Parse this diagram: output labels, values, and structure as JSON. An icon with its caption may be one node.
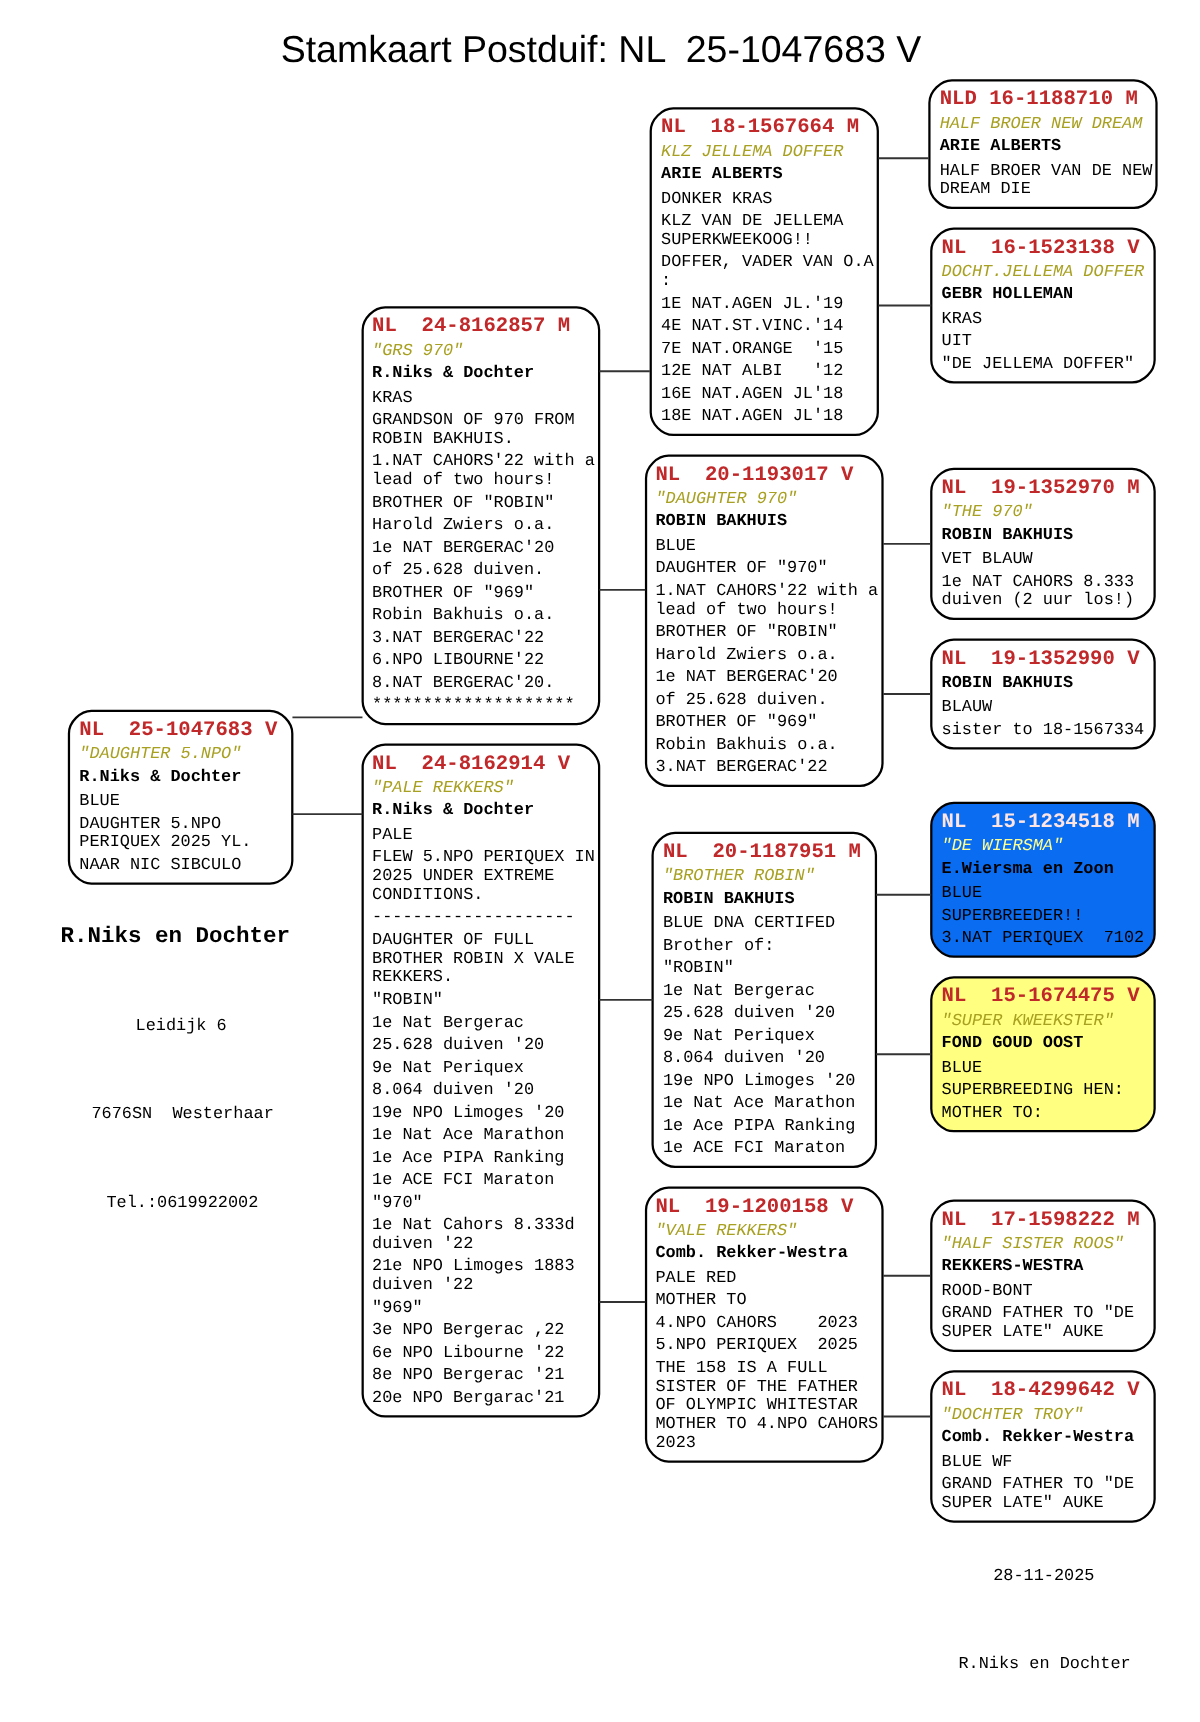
{
  "diagram": {
    "title": "Stamkaart Postduif: NL  25-1047683 V",
    "nodes": [
      {
        "text": [
          "NL  25-1047683 V",
          "\"DAUGHTER 5.NPO\"",
          "R.Niks & Dochter",
          "BLUE",
          "DAUGHTER 5.NPO PERIQUEX 2025 YL.",
          "NAAR NIC SIBCULO"
        ]
      },
      {
        "text": [
          "NL  24-8162857 M",
          "\"GRS 970\"",
          "R.Niks & Dochter",
          "KRAS",
          "GRANDSON OF 970 FROM ROBIN BAKHUIS.",
          "1.NAT CAHORS'22 with a lead of two hours!",
          "BROTHER OF \"ROBIN\"",
          "Harold Zwiers o.a.",
          "1e NAT BERGERAC'20",
          "of 25.628 duiven.",
          "BROTHER OF \"969\"",
          "Robin Bakhuis o.a.",
          "3.NAT BERGERAC'22",
          "6.NPO LIBOURNE'22",
          "8.NAT BERGERAC'20.",
          "********************"
        ]
      },
      {
        "text": [
          "NL  24-8162914 V",
          "\"PALE REKKERS\"",
          "R.Niks & Dochter",
          "PALE",
          "FLEW 5.NPO PERIQUEX IN 2025 UNDER EXTREME CONDITIONS.",
          "--------------------",
          "DAUGHTER OF FULL BROTHER ROBIN X VALE REKKERS.",
          "\"ROBIN\"",
          "1e Nat Bergerac",
          "25.628 duiven '20",
          "9e Nat Periquex",
          "8.064 duiven '20",
          "19e NPO Limoges '20",
          "1e Nat Ace Marathon",
          "1e Ace PIPA Ranking",
          "1e ACE FCI Maraton",
          "\"970\"",
          "1e Nat Cahors 8.333d duiven '22",
          "21e NPO Limoges 1883 duiven '22",
          "\"969\"",
          "3e NPO Bergerac ,22",
          "6e NPO Libourne '22",
          "8e NPO Bergerac '21",
          "20e NPO Bergarac'21"
        ]
      },
      {
        "text": [
          "NL  18-1567664 M",
          "KLZ JELLEMA DOFFER",
          "ARIE ALBERTS",
          "DONKER KRAS",
          "KLZ VAN DE JELLEMA SUPERKWEEKOOG!!",
          "DOFFER, VADER VAN O.A :",
          "1E NAT.AGEN JL.'19",
          "4E NAT.ST.VINC.'14",
          "7E NAT.ORANGE  '15",
          "12E NAT ALBI   '12",
          "16E NAT.AGEN JL'18",
          "18E NAT.AGEN JL'18"
        ]
      },
      {
        "text": [
          "NL  20-1193017 V",
          "\"DAUGHTER 970\"",
          "ROBIN BAKHUIS",
          "BLUE",
          "DAUGHTER OF \"970\"",
          "1.NAT CAHORS'22 with a lead of two hours!",
          "BROTHER OF \"ROBIN\"",
          "Harold Zwiers o.a.",
          "1e NAT BERGERAC'20",
          "of 25.628 duiven.",
          "BROTHER OF \"969\"",
          "Robin Bakhuis o.a.",
          "3.NAT BERGERAC'22"
        ]
      },
      {
        "text": [
          "NL  20-1187951 M",
          "\"BROTHER ROBIN\"",
          "ROBIN BAKHUIS",
          "BLUE DNA CERTIFED",
          "Brother of:",
          "\"ROBIN\"",
          "1e Nat Bergerac",
          "25.628 duiven '20",
          "9e Nat Periquex",
          "8.064 duiven '20",
          "19e NPO Limoges '20",
          "1e Nat Ace Marathon",
          "1e Ace PIPA Ranking",
          "1e ACE FCI Maraton"
        ]
      },
      {
        "text": [
          "NL  19-1200158 V",
          "\"VALE REKKERS\"",
          "Comb. Rekker-Westra",
          "PALE RED",
          "MOTHER TO",
          "4.NPO CAHORS    2023",
          "5.NPO PERIQUEX  2025",
          "THE 158 IS A FULL SISTER OF THE FATHER OF OLYMPIC WHITESTAR MOTHER TO 4.NPO CAHORS 2023"
        ]
      },
      {
        "text": [
          "NLD 16-1188710 M",
          "HALF BROER NEW DREAM",
          "ARIE ALBERTS",
          "HALF BROER VAN DE NEW DREAM DIE"
        ]
      },
      {
        "text": [
          "NL  16-1523138 V",
          "DOCHT.JELLEMA DOFFER",
          "GEBR HOLLEMAN",
          "KRAS",
          "UIT",
          "\"DE JELLEMA DOFFER\""
        ]
      },
      {
        "text": [
          "NL  19-1352970 M",
          "\"THE 970\"",
          "ROBIN BAKHUIS",
          "VET BLAUW",
          "1e NAT CAHORS 8.333 duiven (2 uur los!)"
        ]
      },
      {
        "text": [
          "NL  19-1352990 V",
          "ROBIN BAKHUIS",
          "BLAUW",
          "sister to 18-1567334"
        ]
      },
      {
        "text": [
          "NL  15-1234518 M",
          "\"DE WIERSMA\"",
          "E.Wiersma en Zoon",
          "BLUE",
          "SUPERBREEDER!!",
          "3.NAT PERIQUEX  7102"
        ]
      },
      {
        "text": [
          "NL  15-1674475 V",
          "\"SUPER KWEEKSTER\"",
          "FOND GOUD OOST",
          "BLUE",
          "SUPERBREEDING HEN:",
          "MOTHER TO:"
        ]
      },
      {
        "text": [
          "NL  17-1598222 M",
          "\"HALF SISTER ROOS\"",
          "REKKERS-WESTRA",
          "ROOD-BONT",
          "GRAND FATHER TO \"DE SUPER LATE\" AUKE"
        ]
      },
      {
        "text": [
          "NL  18-4299642 V",
          "\"DOCHTER TROY\"",
          "Comb. Rekker-Westra",
          "BLUE WF",
          "GRAND FATHER TO \"DE SUPER LATE\" AUKE"
        ]
      }
    ],
    "edges": [
      {
        "from": 0,
        "to": 1,
        "arrow": "none"
      },
      {
        "from": 0,
        "to": 2,
        "arrow": "none"
      },
      {
        "from": 1,
        "to": 3,
        "arrow": "none"
      },
      {
        "from": 1,
        "to": 4,
        "arrow": "none"
      },
      {
        "from": 2,
        "to": 5,
        "arrow": "none"
      },
      {
        "from": 2,
        "to": 6,
        "arrow": "none"
      },
      {
        "from": 3,
        "to": 7,
        "arrow": "none"
      },
      {
        "from": 3,
        "to": 8,
        "arrow": "none"
      },
      {
        "from": 4,
        "to": 9,
        "arrow": "none"
      },
      {
        "from": 4,
        "to": 10,
        "arrow": "none"
      },
      {
        "from": 5,
        "to": 11,
        "arrow": "none"
      },
      {
        "from": 5,
        "to": 12,
        "arrow": "none"
      },
      {
        "from": 6,
        "to": 13,
        "arrow": "none"
      },
      {
        "from": 6,
        "to": 14,
        "arrow": "none"
      }
    ],
    "labels": [
      "R.Niks en Dochter",
      "Leidijk 6",
      "7676SN  Westerhaar",
      "Tel.:0619922002",
      "28-11-2025",
      "R.Niks en Dochter"
    ]
  }
}
